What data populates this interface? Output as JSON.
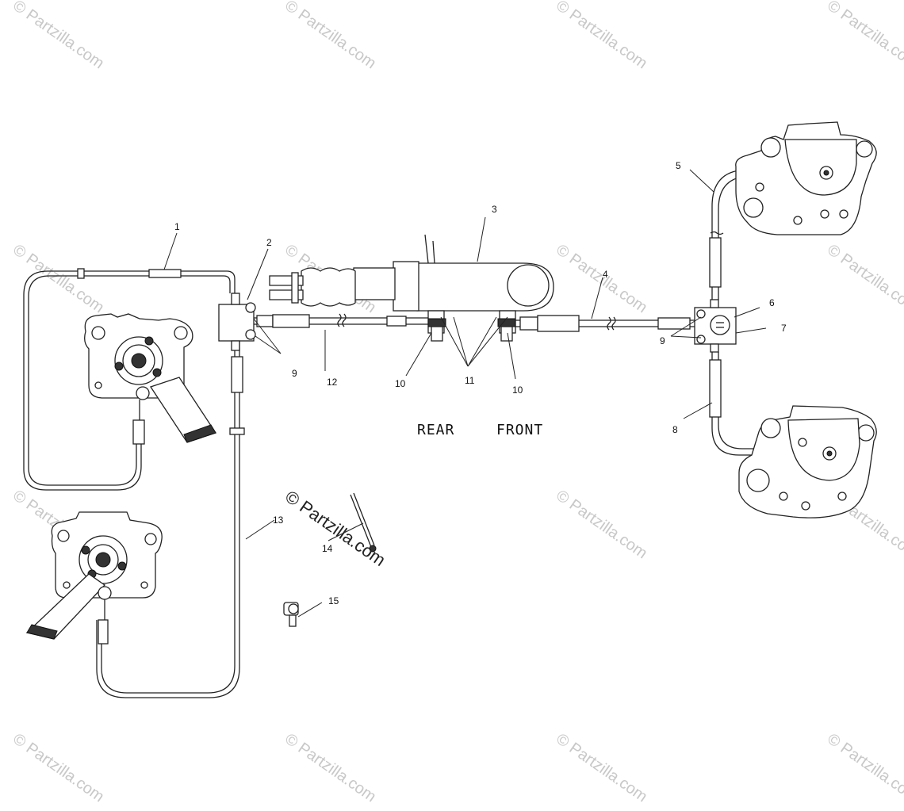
{
  "diagram": {
    "watermark_text": "© Partzilla.com",
    "center_watermark_text": "© Partzilla.com",
    "direction_labels": {
      "rear": "REAR",
      "front": "FRONT"
    },
    "callouts": [
      {
        "id": "c1",
        "text": "1"
      },
      {
        "id": "c2",
        "text": "2"
      },
      {
        "id": "c3",
        "text": "3"
      },
      {
        "id": "c4",
        "text": "4"
      },
      {
        "id": "c5",
        "text": "5"
      },
      {
        "id": "c6",
        "text": "6"
      },
      {
        "id": "c7",
        "text": "7"
      },
      {
        "id": "c8",
        "text": "8"
      },
      {
        "id": "c9a",
        "text": "9"
      },
      {
        "id": "c9b",
        "text": "9"
      },
      {
        "id": "c10a",
        "text": "10"
      },
      {
        "id": "c10b",
        "text": "10"
      },
      {
        "id": "c11",
        "text": "11"
      },
      {
        "id": "c12",
        "text": "12"
      },
      {
        "id": "c13",
        "text": "13"
      },
      {
        "id": "c14",
        "text": "14"
      },
      {
        "id": "c15",
        "text": "15"
      }
    ]
  }
}
